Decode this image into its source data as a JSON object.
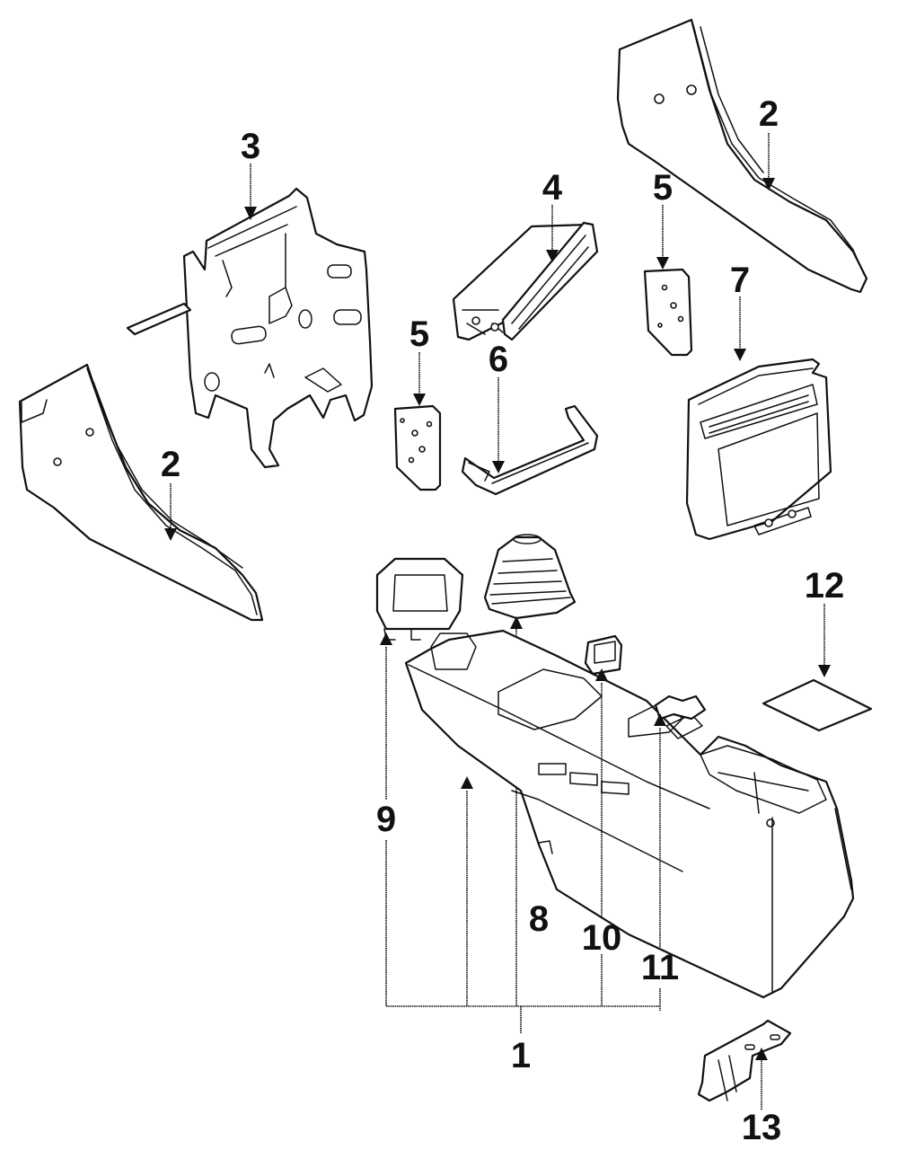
{
  "diagram": {
    "type": "exploded-parts-diagram",
    "subject": "center console assembly",
    "callouts": {
      "c1": "1",
      "c2a": "2",
      "c2b": "2",
      "c3": "3",
      "c4": "4",
      "c5a": "5",
      "c5b": "5",
      "c6": "6",
      "c7": "7",
      "c8": "8",
      "c9": "9",
      "c10": "10",
      "c11": "11",
      "c12": "12",
      "c13": "13"
    },
    "colors": {
      "line": "#111111",
      "background": "#ffffff"
    }
  }
}
